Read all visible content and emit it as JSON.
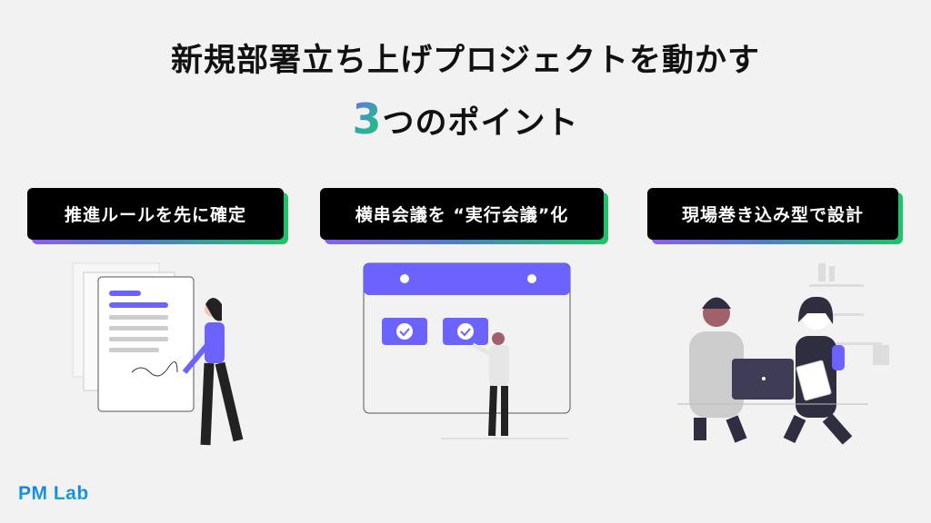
{
  "title": {
    "line1": "新規部署立ち上げプロジェクトを動かす",
    "number": "3",
    "line2_rest": "つのポイント"
  },
  "points": [
    {
      "label": "推進ルールを先に確定"
    },
    {
      "label": "横串会議を “実行会議”化"
    },
    {
      "label": "現場巻き込み型で設計"
    }
  ],
  "logo": "PM Lab",
  "colors": {
    "accent": "#6c63ff",
    "gradient_start": "#8a5cf5",
    "gradient_end": "#1ec46a",
    "logo": "#1a73e8"
  }
}
